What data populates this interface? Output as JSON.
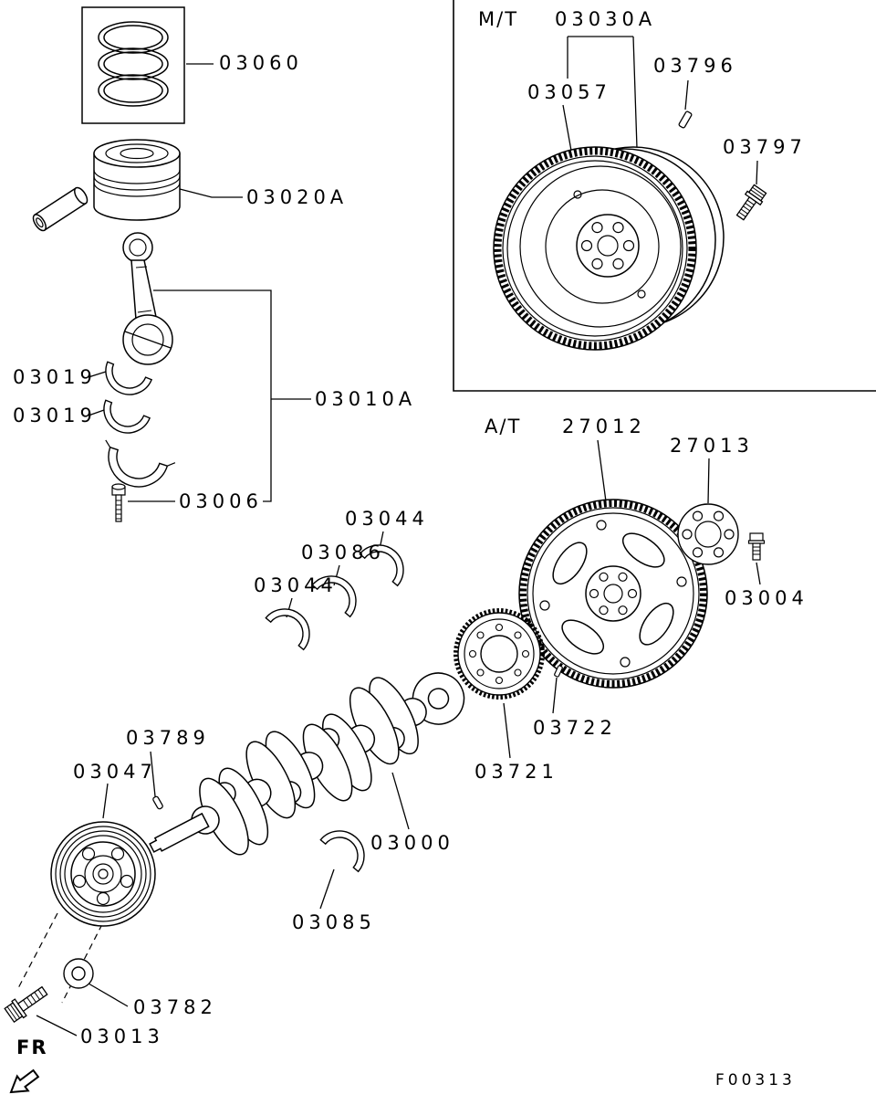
{
  "diagram": {
    "figure_code": "F00313",
    "front_marker": "FR",
    "sections": {
      "manual": "M/T",
      "automatic": "A/T"
    },
    "labels": {
      "piston_ring_set": "03060",
      "piston_assembly": "03020A",
      "rod_bearing_upper": "03019",
      "rod_bearing_lower": "03019",
      "connecting_rod": "03010A",
      "rod_bolt": "03006",
      "main_bearing_a": "03044",
      "main_bearing_b": "03086",
      "main_bearing_c": "03044",
      "flywheel_assembly": "03030A",
      "ring_gear": "03057",
      "flywheel_pin": "03796",
      "flywheel_bolt": "03797",
      "drive_plate": "27012",
      "adapter_plate": "27013",
      "drive_plate_bolt": "03004",
      "crank_position_pin": "03722",
      "sensing_blade": "03721",
      "crank_key": "03789",
      "crank_pulley": "03047",
      "crankshaft": "03000",
      "main_bearing_lower": "03085",
      "pulley_washer": "03782",
      "pulley_bolt": "03013"
    }
  }
}
